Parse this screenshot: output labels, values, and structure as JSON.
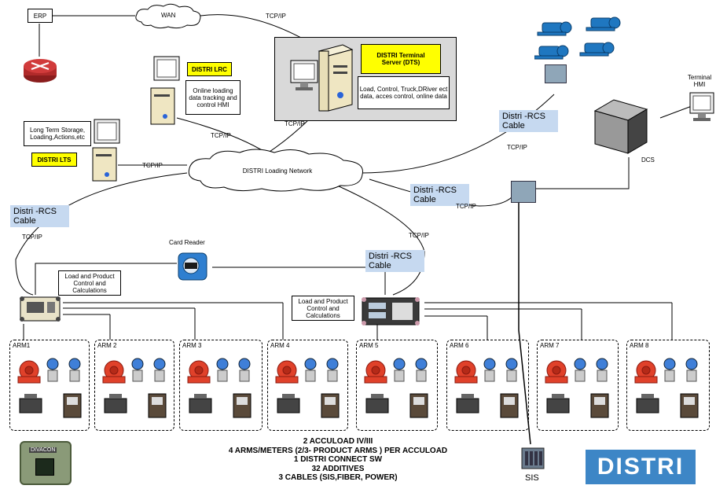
{
  "labels": {
    "erp": "ERP",
    "wan": "WAN",
    "tcpip": "TCP/IP",
    "dts_title": "DISTRI Terminal Server (DTS)",
    "dts_desc": "Load, Control, Truck,DRiver ect data, acces control, online data",
    "lrc_title": "DISTRI LRC",
    "lrc_desc": "Online loading data tracking and control HMI",
    "lts_desc": "Long Term Storage, Loading,Actions,etc",
    "lts_title": "DISTRI LTS",
    "network": "DISTRI Loading Network",
    "rcs_cable": "Distri -RCS Cable",
    "dcs": "DCS",
    "terminal_hmi": "Terminal HMI",
    "card_reader": "Card Reader",
    "load_control_1": "Load and Product Control and Calculations",
    "load_control_2": "Load and Product Control and Calculations",
    "sis": "SIS",
    "logo": "DISTRI",
    "badge": "DIVACON"
  },
  "arms": [
    "ARM1",
    "ARM 2",
    "ARM 3",
    "ARM 4",
    "ARM 5",
    "ARM 6",
    "ARM 7",
    "ARM 8"
  ],
  "summary": [
    "2 ACCULOAD IV/III",
    "4  ARMS/METERS (2/3- PRODUCT ARMS ) PER ACCULOAD",
    "1 DISTRI CONNECT SW",
    "32 ADDITIVES",
    "3 CABLES (SIS,FIBER, POWER)"
  ],
  "colors": {
    "rcs_fill": "#c6d9f0",
    "highlight": "#ffff00",
    "logo": "#3d86c6",
    "pump": "#1f77c0",
    "valve_red": "#e0412a"
  }
}
